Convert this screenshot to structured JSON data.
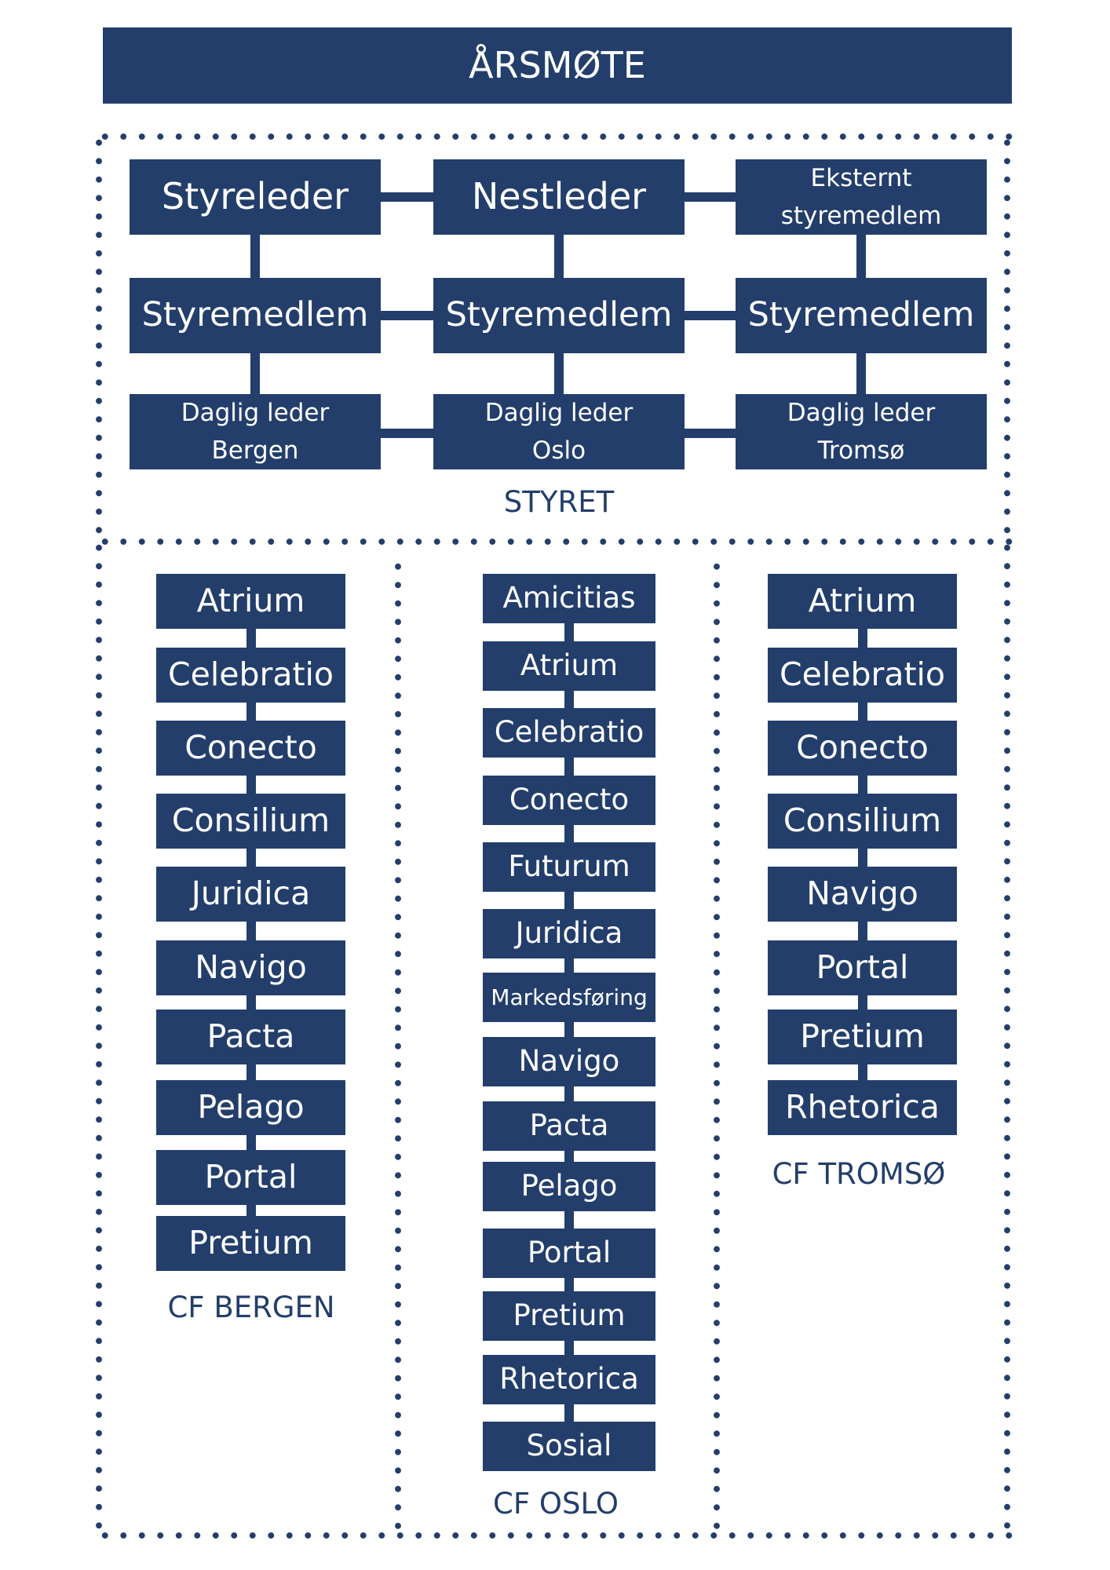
{
  "accent_color": "#233e6b",
  "top": {
    "title": "ÅRSMØTE"
  },
  "board": {
    "label": "STYRET",
    "row1": [
      "Styreleder",
      "Nestleder",
      "Eksternt\nstyremedlem"
    ],
    "row2": [
      "Styremedlem",
      "Styremedlem",
      "Styremedlem"
    ],
    "row3": [
      "Daglig leder\nBergen",
      "Daglig leder\nOslo",
      "Daglig leder\nTromsø"
    ]
  },
  "bergen": {
    "label": "CF BERGEN",
    "items": [
      "Atrium",
      "Celebratio",
      "Conecto",
      "Consilium",
      "Juridica",
      "Navigo",
      "Pacta",
      "Pelago",
      "Portal",
      "Pretium"
    ]
  },
  "oslo": {
    "label": "CF OSLO",
    "items": [
      "Amicitias",
      "Atrium",
      "Celebratio",
      "Conecto",
      "Futurum",
      "Juridica",
      "Markedsføring",
      "Navigo",
      "Pacta",
      "Pelago",
      "Portal",
      "Pretium",
      "Rhetorica",
      "Sosial"
    ]
  },
  "tromso": {
    "label": "CF TROMSØ",
    "items": [
      "Atrium",
      "Celebratio",
      "Conecto",
      "Consilium",
      "Navigo",
      "Portal",
      "Pretium",
      "Rhetorica"
    ]
  }
}
